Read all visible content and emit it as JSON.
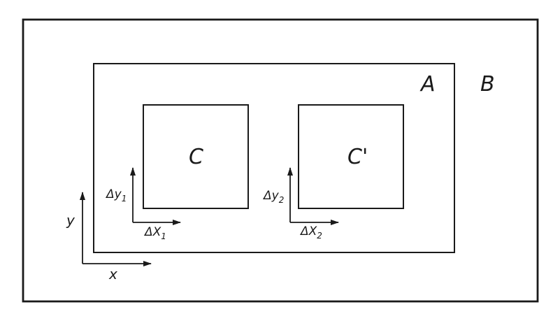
{
  "diagram": {
    "regions": {
      "outer": {
        "label": "B"
      },
      "inner": {
        "label": "A"
      },
      "left_cell": {
        "label": "C",
        "dx_label": "ΔX",
        "dx_sub": "1",
        "dy_label": "Δy",
        "dy_sub": "1"
      },
      "right_cell": {
        "label": "C'",
        "dx_label": "ΔX",
        "dx_sub": "2",
        "dy_label": "Δy",
        "dy_sub": "2"
      }
    },
    "axes": {
      "x_label": "x",
      "y_label": "y"
    }
  }
}
